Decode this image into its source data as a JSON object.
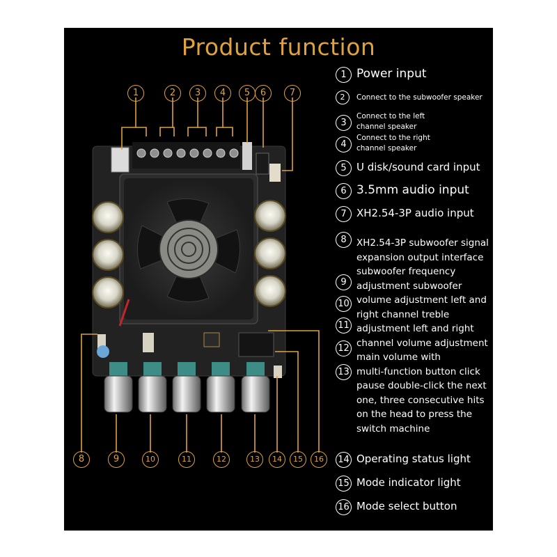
{
  "title": "Product function",
  "accent_color": "#e0a33c",
  "labels": [
    {
      "marker": "1",
      "text": "Power input"
    },
    {
      "marker": "2",
      "text": "Connect to the subwoofer speaker"
    },
    {
      "marker": "3",
      "line1": "Connect to the left",
      "line2": "channel speaker"
    },
    {
      "marker": "4",
      "line1": "Connect to the right",
      "line2": "channel speaker"
    },
    {
      "marker": "5",
      "text": "U disk/sound card input"
    },
    {
      "marker": "6",
      "text": "3.5mm audio input"
    },
    {
      "marker": "7",
      "text": "XH2.54-3P audio input"
    }
  ],
  "description": {
    "markers": [
      "8",
      "9",
      "10",
      "11",
      "12",
      "13"
    ],
    "lines": [
      "XH2.54-3P subwoofer signal",
      "expansion output interface",
      "subwoofer frequency",
      "adjustment subwoofer",
      "volume adjustment left and",
      "right channel treble",
      "adjustment left and right",
      "channel volume adjustment",
      "main volume with",
      "multi-function button click",
      "pause double-click the next",
      "one, three consecutive hits",
      "on the head to press the",
      "switch machine"
    ]
  },
  "bottom_labels": [
    {
      "marker": "14",
      "text": "Operating status light"
    },
    {
      "marker": "15",
      "text": "Mode indicator light"
    },
    {
      "marker": "16",
      "text": "Mode select button"
    }
  ],
  "top_callouts": [
    "1",
    "2",
    "3",
    "4",
    "5",
    "6",
    "7"
  ],
  "bottom_callouts": [
    "8",
    "9",
    "10",
    "11",
    "12",
    "13",
    "14",
    "15",
    "16"
  ]
}
